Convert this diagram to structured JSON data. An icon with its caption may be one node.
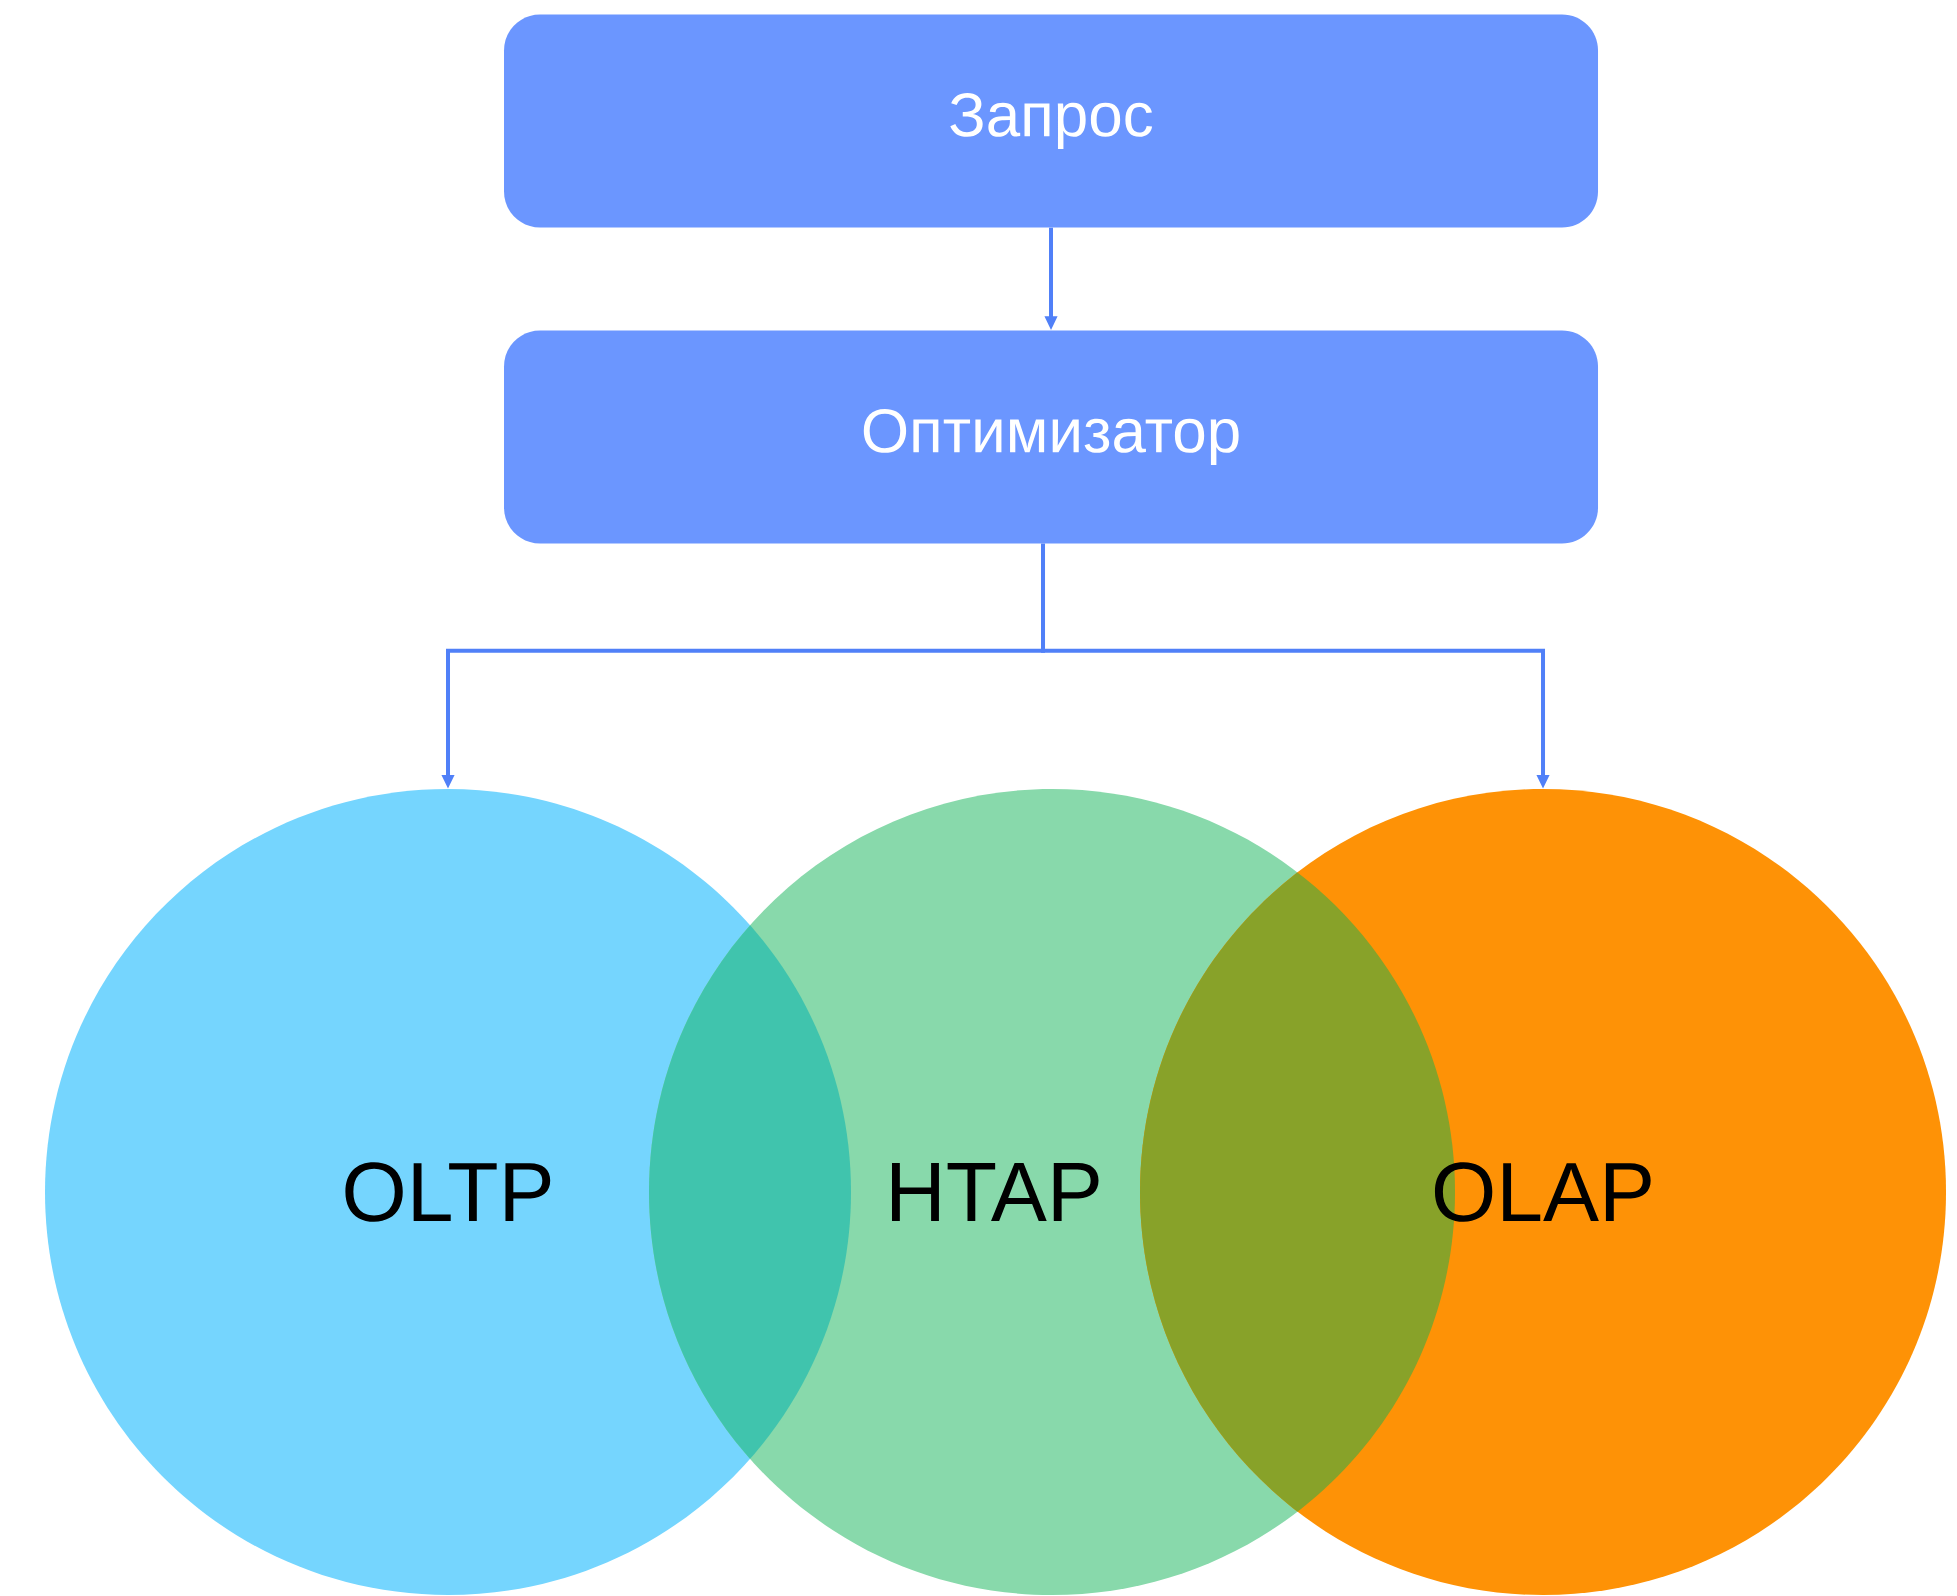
{
  "diagram": {
    "nodes": [
      {
        "text": [
          "Запрос"
        ]
      },
      {
        "text": [
          "Оптимизатор"
        ]
      },
      {
        "text": [
          "OLTP"
        ]
      },
      {
        "text": [
          "HTAP"
        ]
      },
      {
        "text": [
          "OLAP"
        ]
      }
    ],
    "edges": [
      {
        "from": 0,
        "to": 1,
        "arrow": "to"
      },
      {
        "from": 1,
        "to": 2,
        "arrow": "to"
      },
      {
        "from": 1,
        "to": 4,
        "arrow": "to"
      }
    ]
  }
}
